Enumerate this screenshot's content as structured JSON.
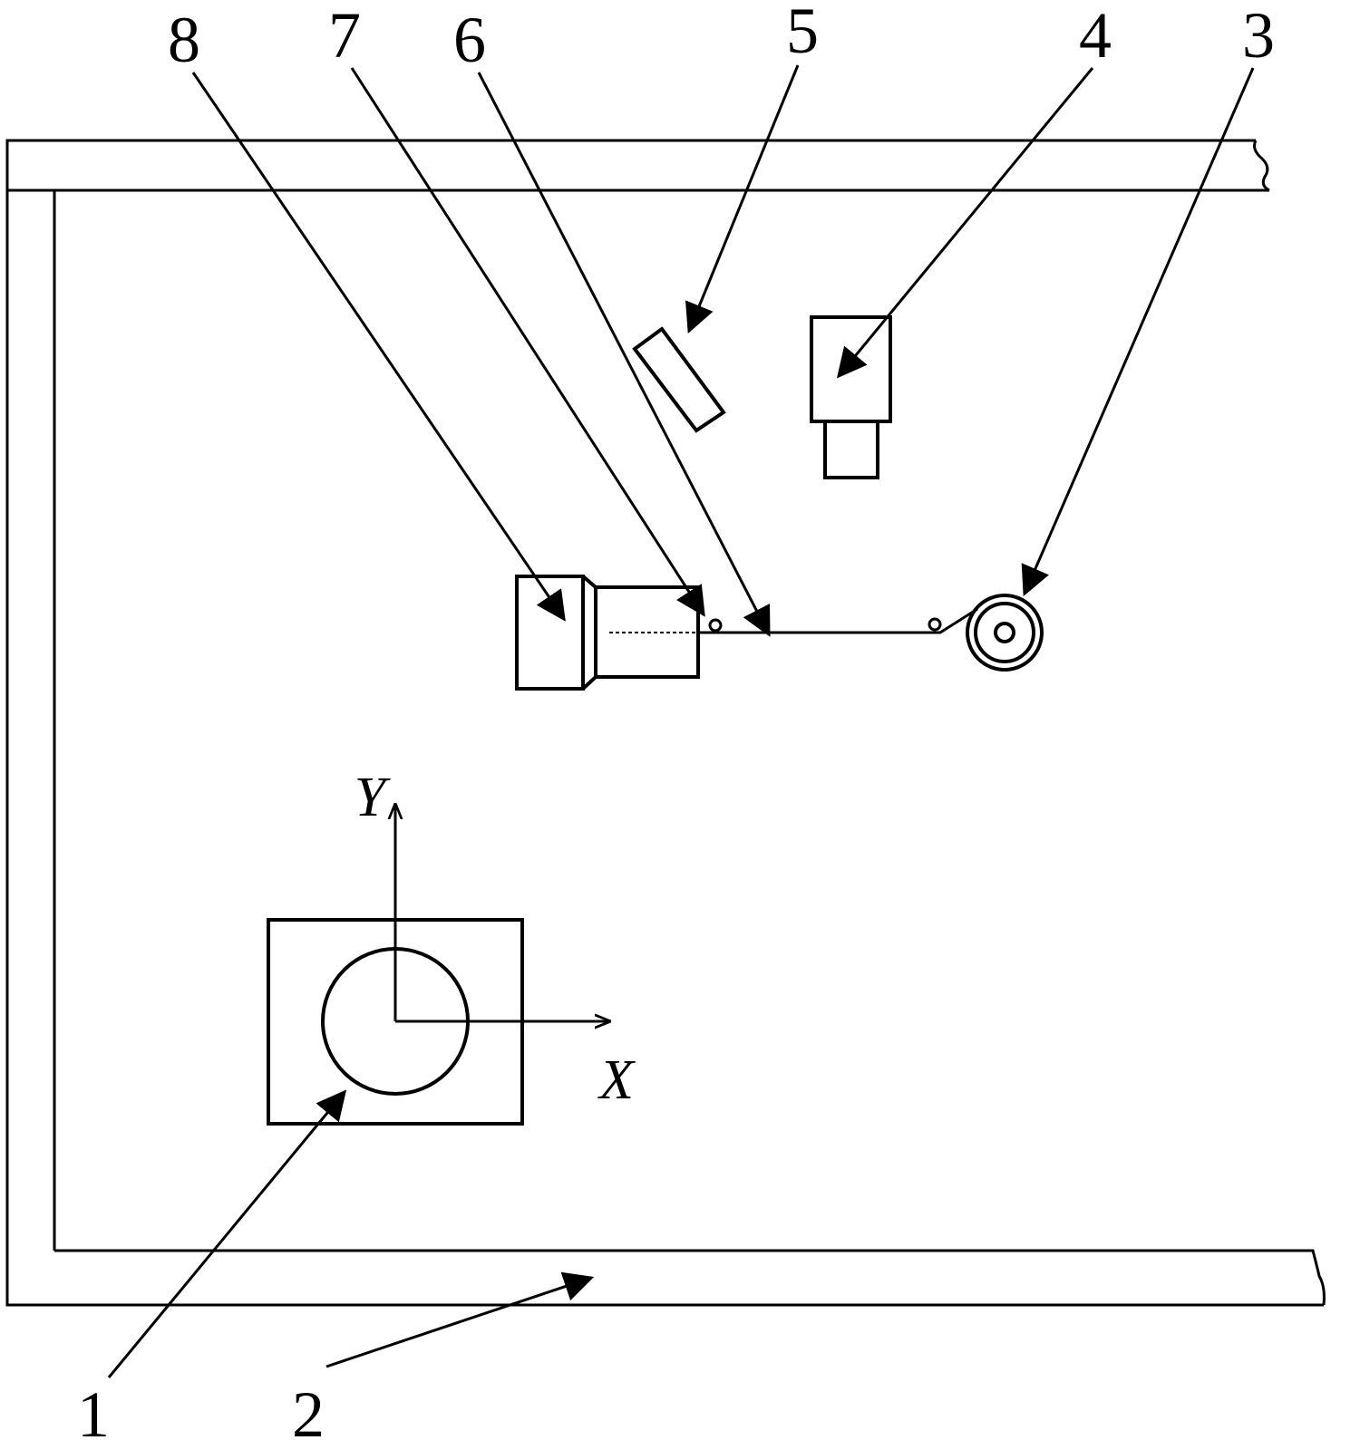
{
  "labels": {
    "l1": "1",
    "l2": "2",
    "l3": "3",
    "l4": "4",
    "l5": "5",
    "l6": "6",
    "l7": "7",
    "l8": "8"
  },
  "axes": {
    "x": "X",
    "y": "Y"
  },
  "colors": {
    "ink": "#000000",
    "background": "#ffffff"
  }
}
